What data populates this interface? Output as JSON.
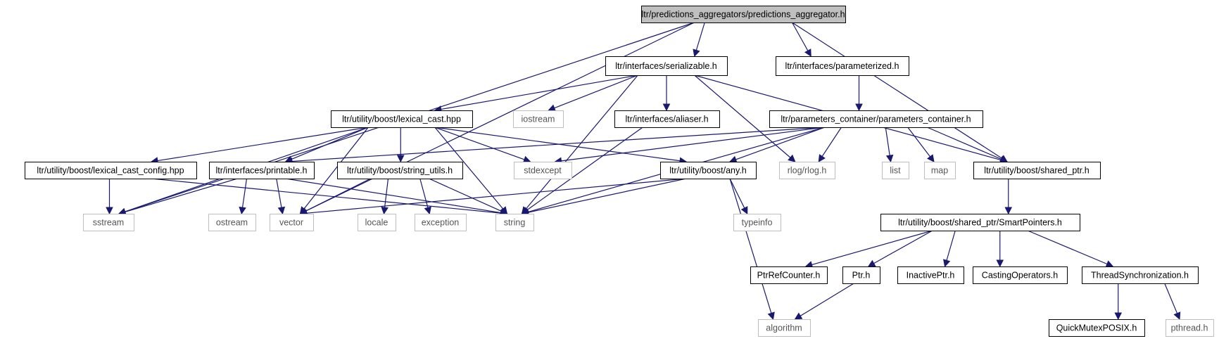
{
  "colors": {
    "edge": "#191970",
    "root_fill": "#bfbfbf",
    "node_border": "#000000",
    "external_border": "#bfbfbf",
    "external_text": "#555555",
    "background": "#ffffff"
  },
  "nodes": [
    {
      "id": "root",
      "label": "ltr/predictions_aggregators/predictions_aggregator.h",
      "kind": "root"
    },
    {
      "id": "serializable",
      "label": "ltr/interfaces/serializable.h",
      "kind": "file"
    },
    {
      "id": "parameterized",
      "label": "ltr/interfaces/parameterized.h",
      "kind": "file"
    },
    {
      "id": "lexical_cast",
      "label": "ltr/utility/boost/lexical_cast.hpp",
      "kind": "file"
    },
    {
      "id": "iostream",
      "label": "iostream",
      "kind": "external"
    },
    {
      "id": "aliaser",
      "label": "ltr/interfaces/aliaser.h",
      "kind": "file"
    },
    {
      "id": "params_container",
      "label": "ltr/parameters_container/parameters_container.h",
      "kind": "file"
    },
    {
      "id": "lexical_cast_config",
      "label": "ltr/utility/boost/lexical_cast_config.hpp",
      "kind": "file"
    },
    {
      "id": "printable",
      "label": "ltr/interfaces/printable.h",
      "kind": "file"
    },
    {
      "id": "string_utils",
      "label": "ltr/utility/boost/string_utils.h",
      "kind": "file"
    },
    {
      "id": "stdexcept",
      "label": "stdexcept",
      "kind": "external"
    },
    {
      "id": "any",
      "label": "ltr/utility/boost/any.h",
      "kind": "file"
    },
    {
      "id": "rlog",
      "label": "rlog/rlog.h",
      "kind": "external"
    },
    {
      "id": "list",
      "label": "list",
      "kind": "external"
    },
    {
      "id": "map",
      "label": "map",
      "kind": "external"
    },
    {
      "id": "shared_ptr",
      "label": "ltr/utility/boost/shared_ptr.h",
      "kind": "file"
    },
    {
      "id": "sstream",
      "label": "sstream",
      "kind": "external"
    },
    {
      "id": "ostream",
      "label": "ostream",
      "kind": "external"
    },
    {
      "id": "vector",
      "label": "vector",
      "kind": "external"
    },
    {
      "id": "locale",
      "label": "locale",
      "kind": "external"
    },
    {
      "id": "exception",
      "label": "exception",
      "kind": "external"
    },
    {
      "id": "string",
      "label": "string",
      "kind": "external"
    },
    {
      "id": "typeinfo",
      "label": "typeinfo",
      "kind": "external"
    },
    {
      "id": "smart_pointers",
      "label": "ltr/utility/boost/shared_ptr/SmartPointers.h",
      "kind": "file"
    },
    {
      "id": "ptr_ref_counter",
      "label": "PtrRefCounter.h",
      "kind": "file"
    },
    {
      "id": "ptr",
      "label": "Ptr.h",
      "kind": "file"
    },
    {
      "id": "inactive_ptr",
      "label": "InactivePtr.h",
      "kind": "file"
    },
    {
      "id": "casting_ops",
      "label": "CastingOperators.h",
      "kind": "file"
    },
    {
      "id": "thread_sync",
      "label": "ThreadSynchronization.h",
      "kind": "file"
    },
    {
      "id": "algorithm",
      "label": "algorithm",
      "kind": "external"
    },
    {
      "id": "quick_mutex",
      "label": "QuickMutexPOSIX.h",
      "kind": "file"
    },
    {
      "id": "pthread",
      "label": "pthread.h",
      "kind": "external"
    }
  ],
  "edges": [
    [
      "root",
      "serializable"
    ],
    [
      "root",
      "parameterized"
    ],
    [
      "root",
      "shared_ptr"
    ],
    [
      "root",
      "sstream"
    ],
    [
      "root",
      "vector"
    ],
    [
      "serializable",
      "lexical_cast"
    ],
    [
      "serializable",
      "iostream"
    ],
    [
      "serializable",
      "aliaser"
    ],
    [
      "serializable",
      "string"
    ],
    [
      "serializable",
      "rlog"
    ],
    [
      "serializable",
      "shared_ptr"
    ],
    [
      "parameterized",
      "params_container"
    ],
    [
      "lexical_cast",
      "lexical_cast_config"
    ],
    [
      "lexical_cast",
      "printable"
    ],
    [
      "lexical_cast",
      "string_utils"
    ],
    [
      "lexical_cast",
      "stdexcept"
    ],
    [
      "lexical_cast",
      "any"
    ],
    [
      "lexical_cast",
      "string"
    ],
    [
      "lexical_cast",
      "sstream"
    ],
    [
      "lexical_cast",
      "vector"
    ],
    [
      "aliaser",
      "string"
    ],
    [
      "params_container",
      "printable"
    ],
    [
      "params_container",
      "stdexcept"
    ],
    [
      "params_container",
      "any"
    ],
    [
      "params_container",
      "rlog"
    ],
    [
      "params_container",
      "list"
    ],
    [
      "params_container",
      "map"
    ],
    [
      "params_container",
      "shared_ptr"
    ],
    [
      "params_container",
      "string"
    ],
    [
      "lexical_cast_config",
      "sstream"
    ],
    [
      "lexical_cast_config",
      "string"
    ],
    [
      "printable",
      "sstream"
    ],
    [
      "printable",
      "ostream"
    ],
    [
      "printable",
      "vector"
    ],
    [
      "printable",
      "string"
    ],
    [
      "string_utils",
      "vector"
    ],
    [
      "string_utils",
      "locale"
    ],
    [
      "string_utils",
      "exception"
    ],
    [
      "string_utils",
      "string"
    ],
    [
      "any",
      "vector"
    ],
    [
      "any",
      "string"
    ],
    [
      "any",
      "typeinfo"
    ],
    [
      "any",
      "algorithm"
    ],
    [
      "shared_ptr",
      "smart_pointers"
    ],
    [
      "smart_pointers",
      "ptr_ref_counter"
    ],
    [
      "smart_pointers",
      "ptr"
    ],
    [
      "smart_pointers",
      "inactive_ptr"
    ],
    [
      "smart_pointers",
      "casting_ops"
    ],
    [
      "smart_pointers",
      "thread_sync"
    ],
    [
      "ptr",
      "algorithm"
    ],
    [
      "thread_sync",
      "quick_mutex"
    ],
    [
      "thread_sync",
      "pthread"
    ]
  ]
}
